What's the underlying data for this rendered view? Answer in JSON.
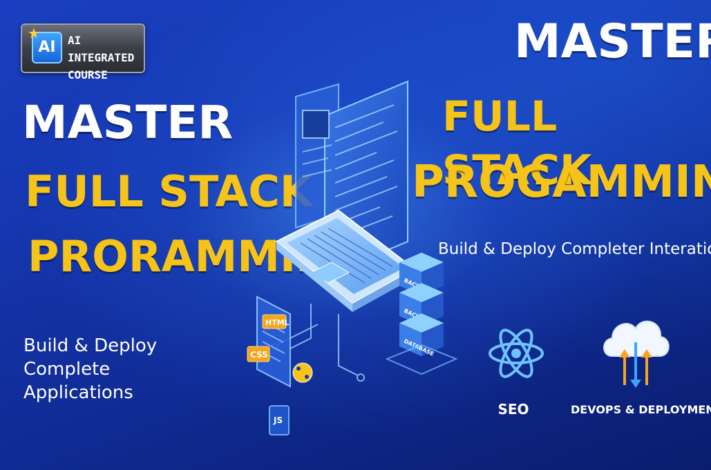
{
  "badge": {
    "chip_text": "AI",
    "line1": "AI INTEGRATED",
    "line2": "COURSE"
  },
  "left": {
    "master": "MASTER",
    "full_stack": "FULL STACK",
    "programming": "PRORAMMING",
    "subtitle_line1": "Build & Deploy Complete",
    "subtitle_line2": "Applications"
  },
  "right": {
    "master": "MASTER",
    "full_stack": "FULL STACK",
    "programming": "PROGAMMING",
    "subtitle": "Build & Deploy Completer Interations"
  },
  "features": {
    "seo_label": "SEO",
    "devops_label": "DEVOPS & DEPLOYMENT"
  },
  "illustration": {
    "tags": {
      "html": "HTML",
      "css": "CSS",
      "js": "JS"
    },
    "server_labels": [
      "BACK END",
      "BACK END",
      "DATABASE"
    ]
  },
  "colors": {
    "accent_yellow": "#f6c318",
    "background_blue": "#1537b0",
    "text_white": "#ffffff"
  },
  "icons": [
    "star-icon",
    "react-atom-icon",
    "cloud-sync-icon",
    "laptop-icon",
    "server-stack-icon",
    "python-icon"
  ]
}
